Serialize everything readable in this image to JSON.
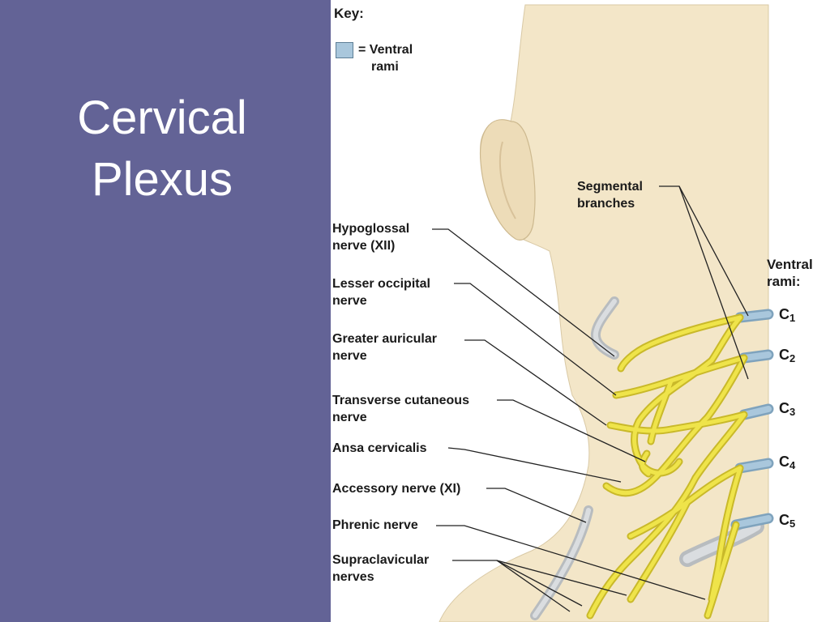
{
  "slide": {
    "title_line1": "Cervical",
    "title_line2": "Plexus"
  },
  "key": {
    "title": "Key:",
    "swatch_line1": "= Ventral",
    "swatch_line2": "rami",
    "swatch_color": "#a9c7dc"
  },
  "labels": {
    "segmental_line1": "Segmental",
    "segmental_line2": "branches",
    "ventral_rami_line1": "Ventral",
    "ventral_rami_line2": "rami:",
    "hypoglossal_line1": "Hypoglossal",
    "hypoglossal_line2": "nerve (XII)",
    "lesser_occipital_line1": "Lesser occipital",
    "lesser_occipital_line2": "nerve",
    "greater_auricular_line1": "Greater auricular",
    "greater_auricular_line2": "nerve",
    "transverse_cutaneous_line1": "Transverse cutaneous",
    "transverse_cutaneous_line2": "nerve",
    "ansa_cervicalis": "Ansa cervicalis",
    "accessory": "Accessory nerve (XI)",
    "phrenic": "Phrenic nerve",
    "supraclavicular_line1": "Supraclavicular",
    "supraclavicular_line2": "nerves"
  },
  "rami": [
    {
      "letter": "C",
      "num": "1"
    },
    {
      "letter": "C",
      "num": "2"
    },
    {
      "letter": "C",
      "num": "3"
    },
    {
      "letter": "C",
      "num": "4"
    },
    {
      "letter": "C",
      "num": "5"
    }
  ],
  "colors": {
    "panel": "#636396",
    "skin": "#f3e6c8",
    "nerve": "#efe44a",
    "ramus": "#a9c7dc"
  }
}
